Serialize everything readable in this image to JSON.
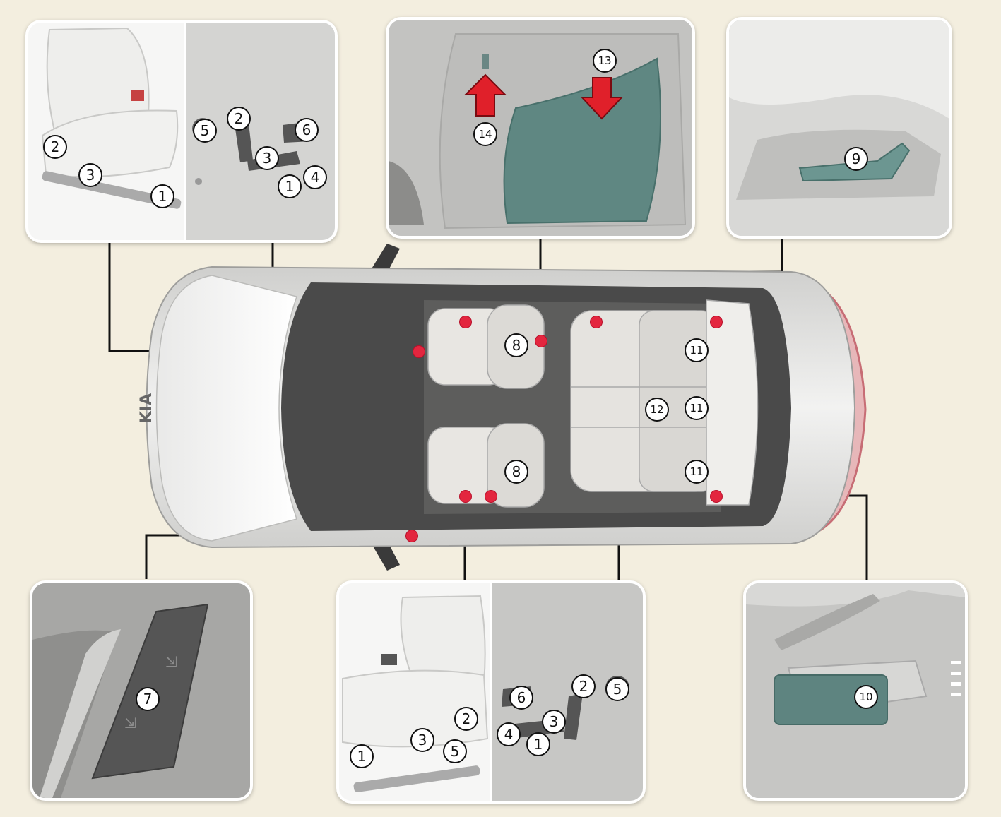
{
  "colors": {
    "background": "#f3eedf",
    "leader_line": "#111111",
    "location_dot": "#e3263f",
    "arrow": "#e0202a",
    "control_teal": "#5f8782"
  },
  "callouts": {
    "n1": "1",
    "n2": "2",
    "n3": "3",
    "n4": "4",
    "n5": "5",
    "n6": "6",
    "n7": "7",
    "n8": "8",
    "n9": "9",
    "n10": "10",
    "n11": "11",
    "n12": "12",
    "n13": "13",
    "n14": "14"
  },
  "car": {
    "logo": "KIA",
    "view": "top-down"
  },
  "panels": [
    {
      "id": "driver-seat-controls",
      "labels": [
        "1",
        "2",
        "3",
        "4",
        "5",
        "6"
      ]
    },
    {
      "id": "seatback-lumbar",
      "labels": [
        "13",
        "14"
      ]
    },
    {
      "id": "rear-seat-lever",
      "labels": [
        "9"
      ]
    },
    {
      "id": "door-memory-switch",
      "labels": [
        "7"
      ]
    },
    {
      "id": "passenger-seat-controls",
      "labels": [
        "1",
        "2",
        "3",
        "4",
        "5",
        "6"
      ]
    },
    {
      "id": "cargo-lever",
      "labels": [
        "10"
      ]
    }
  ]
}
